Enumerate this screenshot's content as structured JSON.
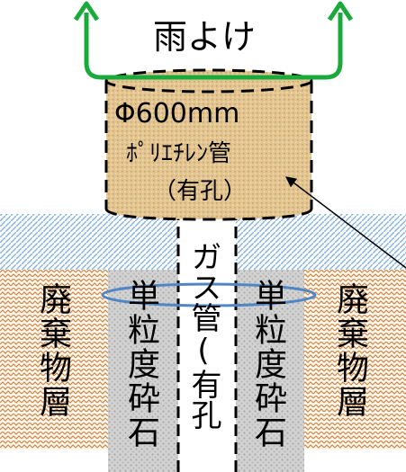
{
  "rain_cover": {
    "label": "雨よけ"
  },
  "pipe_box": {
    "line1": "Φ600mm",
    "line2": "ﾎﾟﾘｴﾁﾚﾝ管",
    "line3": "（有孔）"
  },
  "gas_pipe": {
    "label": "ガス管(有孔"
  },
  "gravel": {
    "label": "単粒度砕石"
  },
  "waste": {
    "label": "廃棄物層"
  },
  "colors": {
    "arrow": "#1aaa3c",
    "sand": "#e2c48f",
    "cover_soil": "#a8c8e8",
    "gravel": "#c8c8c8",
    "waste": "#e3b27a",
    "ring": "#4f86c6"
  }
}
